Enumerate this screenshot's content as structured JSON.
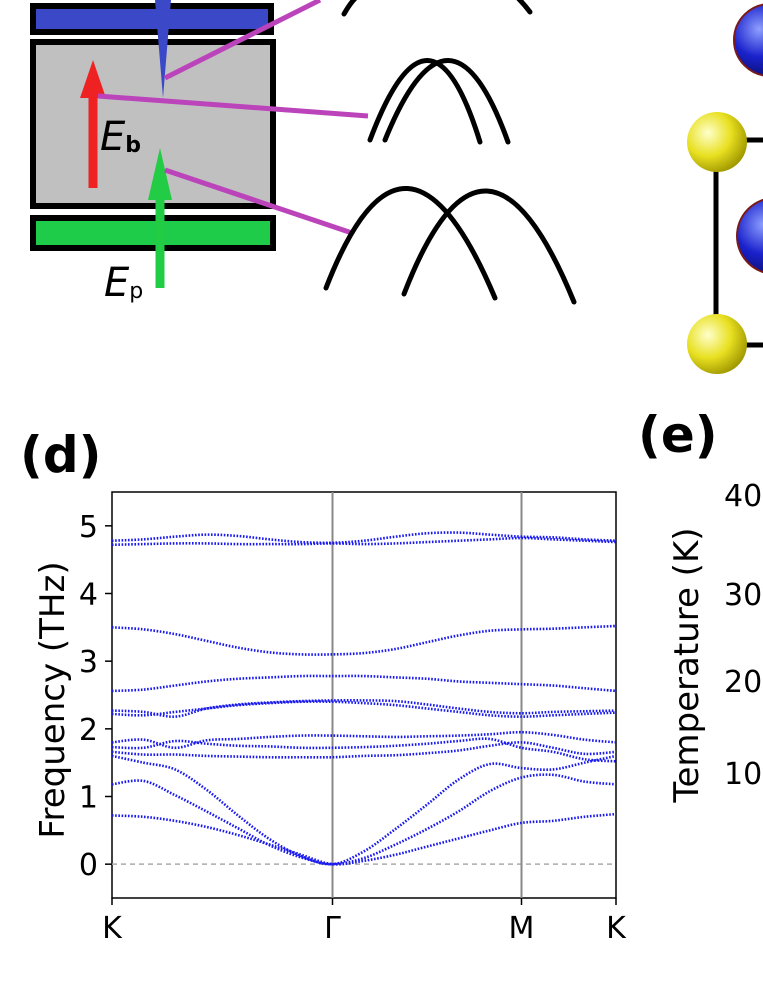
{
  "schematic": {
    "eb_symbol": "E",
    "eb_subscript": "b",
    "ep_symbol": "E",
    "ep_subscript": "p",
    "colors": {
      "top_band": "#3b48c8",
      "bottom_band": "#1fcc4a",
      "gap": "#c0c0c0",
      "arrow_blue": "#3b48c8",
      "arrow_red": "#ee2222",
      "arrow_green": "#22cc44",
      "connector": "#bb44bb"
    }
  },
  "panel_d": {
    "label": "(d)",
    "chart_data": {
      "type": "line",
      "ylabel": "Frequency (THz)",
      "xlabel": "",
      "x_ticks": [
        "K",
        "Γ",
        "M",
        "K"
      ],
      "y_ticks": [
        "0",
        "1",
        "2",
        "3",
        "4",
        "5"
      ],
      "ylim": [
        -0.5,
        5.5
      ],
      "grid": false,
      "color": "#1a1aee",
      "x": [
        0,
        1,
        2,
        3,
        4,
        5,
        6,
        7,
        8,
        9,
        10,
        11,
        12,
        13,
        14,
        15,
        16
      ],
      "series": [
        {
          "values": [
            0.72,
            0.7,
            0.64,
            0.55,
            0.43,
            0.29,
            0.14,
            0.0,
            0.05,
            0.14,
            0.26,
            0.38,
            0.5,
            0.61,
            0.64,
            0.7,
            0.74
          ]
        },
        {
          "values": [
            1.18,
            1.23,
            1.02,
            0.78,
            0.53,
            0.28,
            0.1,
            0.0,
            0.09,
            0.29,
            0.52,
            0.78,
            1.08,
            1.28,
            1.32,
            1.22,
            1.18
          ]
        },
        {
          "values": [
            1.6,
            1.5,
            1.4,
            1.1,
            0.72,
            0.37,
            0.12,
            0.0,
            0.19,
            0.52,
            0.88,
            1.25,
            1.48,
            1.42,
            1.4,
            1.5,
            1.6
          ]
        },
        {
          "values": [
            1.66,
            1.62,
            1.62,
            1.6,
            1.59,
            1.58,
            1.58,
            1.58,
            1.6,
            1.61,
            1.64,
            1.68,
            1.75,
            1.8,
            1.72,
            1.63,
            1.66
          ]
        },
        {
          "values": [
            1.73,
            1.72,
            1.82,
            1.78,
            1.75,
            1.74,
            1.72,
            1.72,
            1.73,
            1.75,
            1.78,
            1.82,
            1.85,
            1.72,
            1.66,
            1.55,
            1.52
          ]
        },
        {
          "values": [
            1.8,
            1.84,
            1.72,
            1.83,
            1.85,
            1.88,
            1.9,
            1.9,
            1.89,
            1.88,
            1.89,
            1.9,
            1.92,
            1.95,
            1.91,
            1.84,
            1.8
          ]
        },
        {
          "values": [
            2.22,
            2.2,
            2.25,
            2.3,
            2.35,
            2.38,
            2.4,
            2.4,
            2.38,
            2.35,
            2.3,
            2.25,
            2.2,
            2.18,
            2.2,
            2.22,
            2.24
          ]
        },
        {
          "values": [
            2.27,
            2.25,
            2.18,
            2.3,
            2.36,
            2.39,
            2.41,
            2.42,
            2.42,
            2.41,
            2.36,
            2.3,
            2.25,
            2.23,
            2.25,
            2.26,
            2.27
          ]
        },
        {
          "values": [
            2.56,
            2.58,
            2.64,
            2.7,
            2.74,
            2.76,
            2.78,
            2.78,
            2.78,
            2.76,
            2.74,
            2.7,
            2.68,
            2.66,
            2.64,
            2.6,
            2.56
          ]
        },
        {
          "values": [
            3.5,
            3.47,
            3.4,
            3.3,
            3.2,
            3.13,
            3.1,
            3.1,
            3.12,
            3.18,
            3.28,
            3.38,
            3.45,
            3.47,
            3.48,
            3.5,
            3.52
          ]
        },
        {
          "values": [
            4.72,
            4.73,
            4.74,
            4.74,
            4.73,
            4.73,
            4.73,
            4.74,
            4.73,
            4.74,
            4.76,
            4.78,
            4.8,
            4.82,
            4.8,
            4.78,
            4.76
          ]
        },
        {
          "values": [
            4.78,
            4.8,
            4.84,
            4.87,
            4.85,
            4.8,
            4.76,
            4.75,
            4.78,
            4.84,
            4.89,
            4.9,
            4.87,
            4.84,
            4.83,
            4.8,
            4.78
          ]
        }
      ]
    }
  },
  "panel_e": {
    "label": "(e)",
    "ylabel": "Temperature (K)",
    "y_ticks": [
      "40",
      "30",
      "20",
      "10"
    ]
  }
}
